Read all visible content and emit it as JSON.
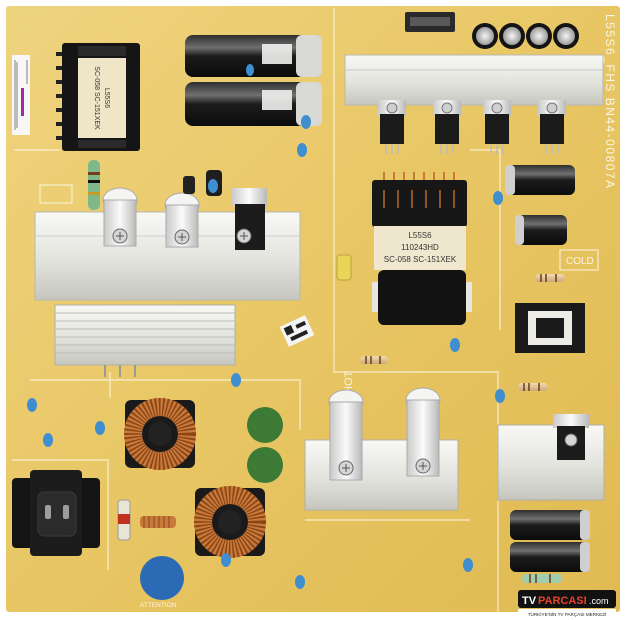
{
  "board": {
    "model_label": "L55S6_FHS BN44-00807A",
    "aux_transformer_label": [
      "L55S6",
      "SC-058 SC-151XEK"
    ],
    "main_transformer_label": [
      "L55S6",
      "110243HD",
      "SC-058 SC-151XEK"
    ],
    "zone_labels": {
      "cold": "COLD",
      "hot": "HOT"
    },
    "attention": "ATTENTION"
  },
  "watermark": {
    "brand_prefix": "TV",
    "brand_name": "PARCASI",
    "brand_suffix": ".com",
    "tagline": "TÜRKİYE'NİN TV PARÇASI MERKEZİ"
  },
  "colors": {
    "pcb": "#e8c664",
    "heatsink": "#e4e4df",
    "component_black": "#1a1a1a",
    "copper": "#c87a3a",
    "y_capacitor": "#2b6bb6",
    "varistor_green": "#3c7a36",
    "ceramic_cap_blue": "#3e8ed0",
    "watermark_accent": "#e8412a"
  }
}
